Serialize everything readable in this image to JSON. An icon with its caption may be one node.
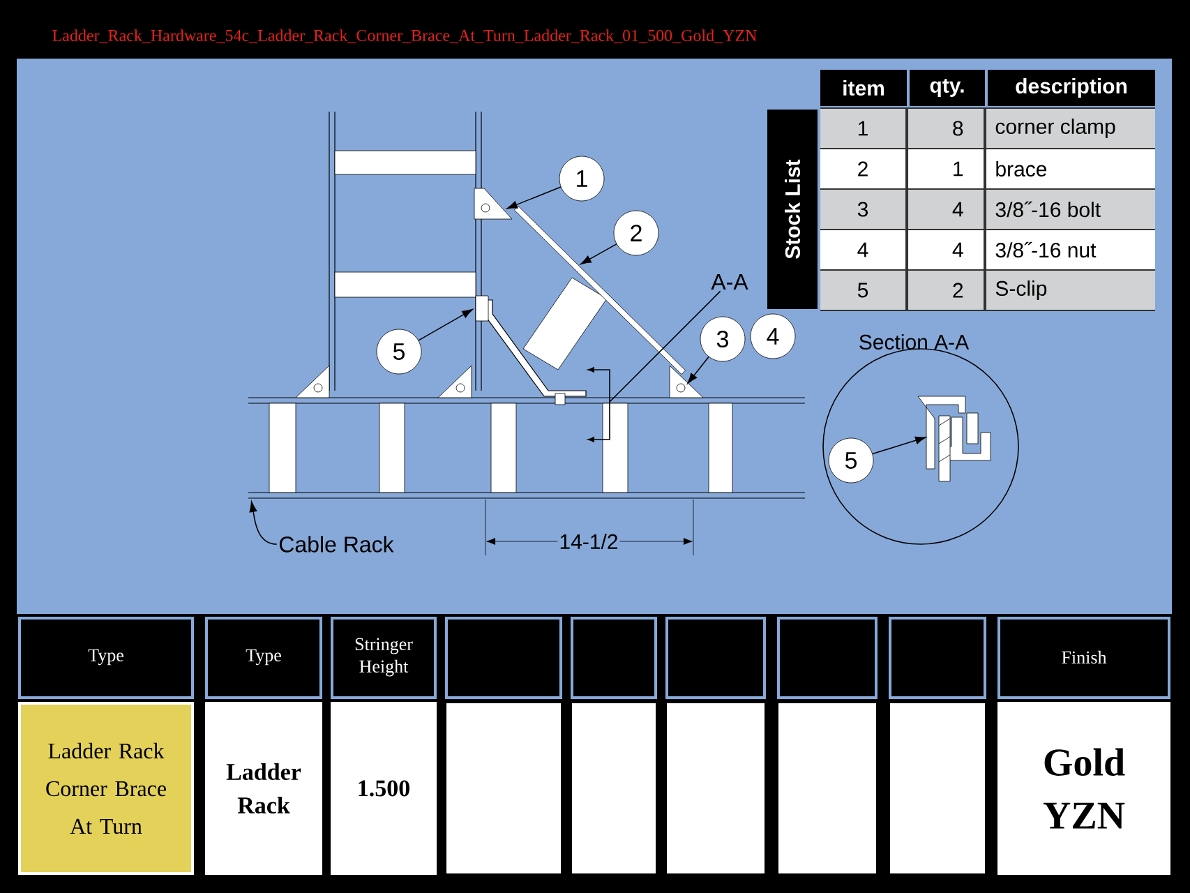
{
  "diagram": {
    "nodes": [
      {
        "text": [
          "1"
        ]
      },
      {
        "text": [
          "2"
        ]
      },
      {
        "text": [
          "3"
        ]
      },
      {
        "text": [
          "4"
        ]
      },
      {
        "text": [
          "5"
        ]
      },
      {
        "text": [
          "5"
        ]
      },
      {
        "text": [
          "A-A"
        ]
      },
      {
        "text": [
          "Cable Rack"
        ]
      },
      {
        "text": [],
        "shape": "picture"
      },
      {
        "text": [],
        "shape": "triangle"
      },
      {
        "text": [],
        "shape": "triangle"
      },
      {
        "text": [],
        "shape": "triangle"
      },
      {
        "text": [],
        "shape": "triangle"
      },
      {
        "text": [],
        "shape": "bar"
      },
      {
        "text": [],
        "shape": "bar"
      }
    ],
    "edges": [
      {
        "from": 0,
        "to": 11,
        "arrow": "to"
      },
      {
        "from": 1,
        "to": 13,
        "arrow": "to"
      },
      {
        "from": 2,
        "to": 12,
        "arrow": "to"
      },
      {
        "from": 4,
        "to": 14,
        "arrow": "to"
      },
      {
        "from": 5,
        "to": null,
        "arrow": "to"
      },
      {
        "from": 6,
        "to": 8,
        "arrow": "none"
      },
      {
        "from": 7,
        "to": null,
        "arrow": "to"
      }
    ],
    "labels": [
      "Ladder_Rack_Hardware_54c_Ladder_Rack_Corner_Brace_At_Turn_Ladder_Rack_01_500_Gold_YZN",
      "Stock List",
      "item",
      "qty.",
      "description",
      "1",
      "8",
      "corner clamp",
      "2",
      "1",
      "brace",
      "3",
      "4",
      "3/8˝-16 bolt",
      "4",
      "4",
      "3/8˝-16 nut",
      "5",
      "2",
      "S-clip",
      "Section A-A",
      "14-1/2",
      "Type",
      "Type",
      "Stringer Height",
      "Finish",
      "Ladder Rack Corner Brace At Turn",
      "Ladder Rack",
      "1.500",
      "Gold YZN"
    ]
  }
}
